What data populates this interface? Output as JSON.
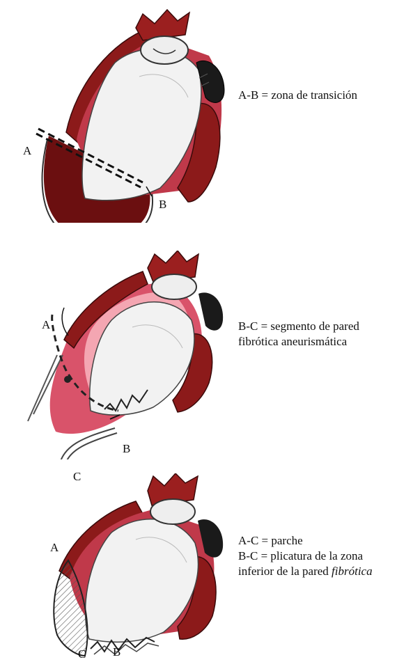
{
  "panels": [
    {
      "id": "panel-1",
      "point_labels": [
        "A",
        "B"
      ],
      "caption_lines": [
        "A-B = zona de transición"
      ]
    },
    {
      "id": "panel-2",
      "point_labels": [
        "A",
        "B",
        "C"
      ],
      "caption_lines": [
        "B-C = segmento de pared",
        "fibrótica aneurismática"
      ]
    },
    {
      "id": "panel-3",
      "point_labels": [
        "A",
        "B",
        "C"
      ],
      "caption_lines": [
        "A-C = parche",
        "B-C = plicatura de la zona",
        "inferior de la pared "
      ],
      "caption_italic_tail": "fibrótica"
    }
  ],
  "colors": {
    "muscle_dark": "#8c1a1a",
    "muscle_mid": "#b52a2a",
    "cavity_pink": "#e86a7a",
    "scar_dark": "#6b0f10",
    "light_pink": "#f4a6b2",
    "lumen_white": "#f2f2f2"
  }
}
